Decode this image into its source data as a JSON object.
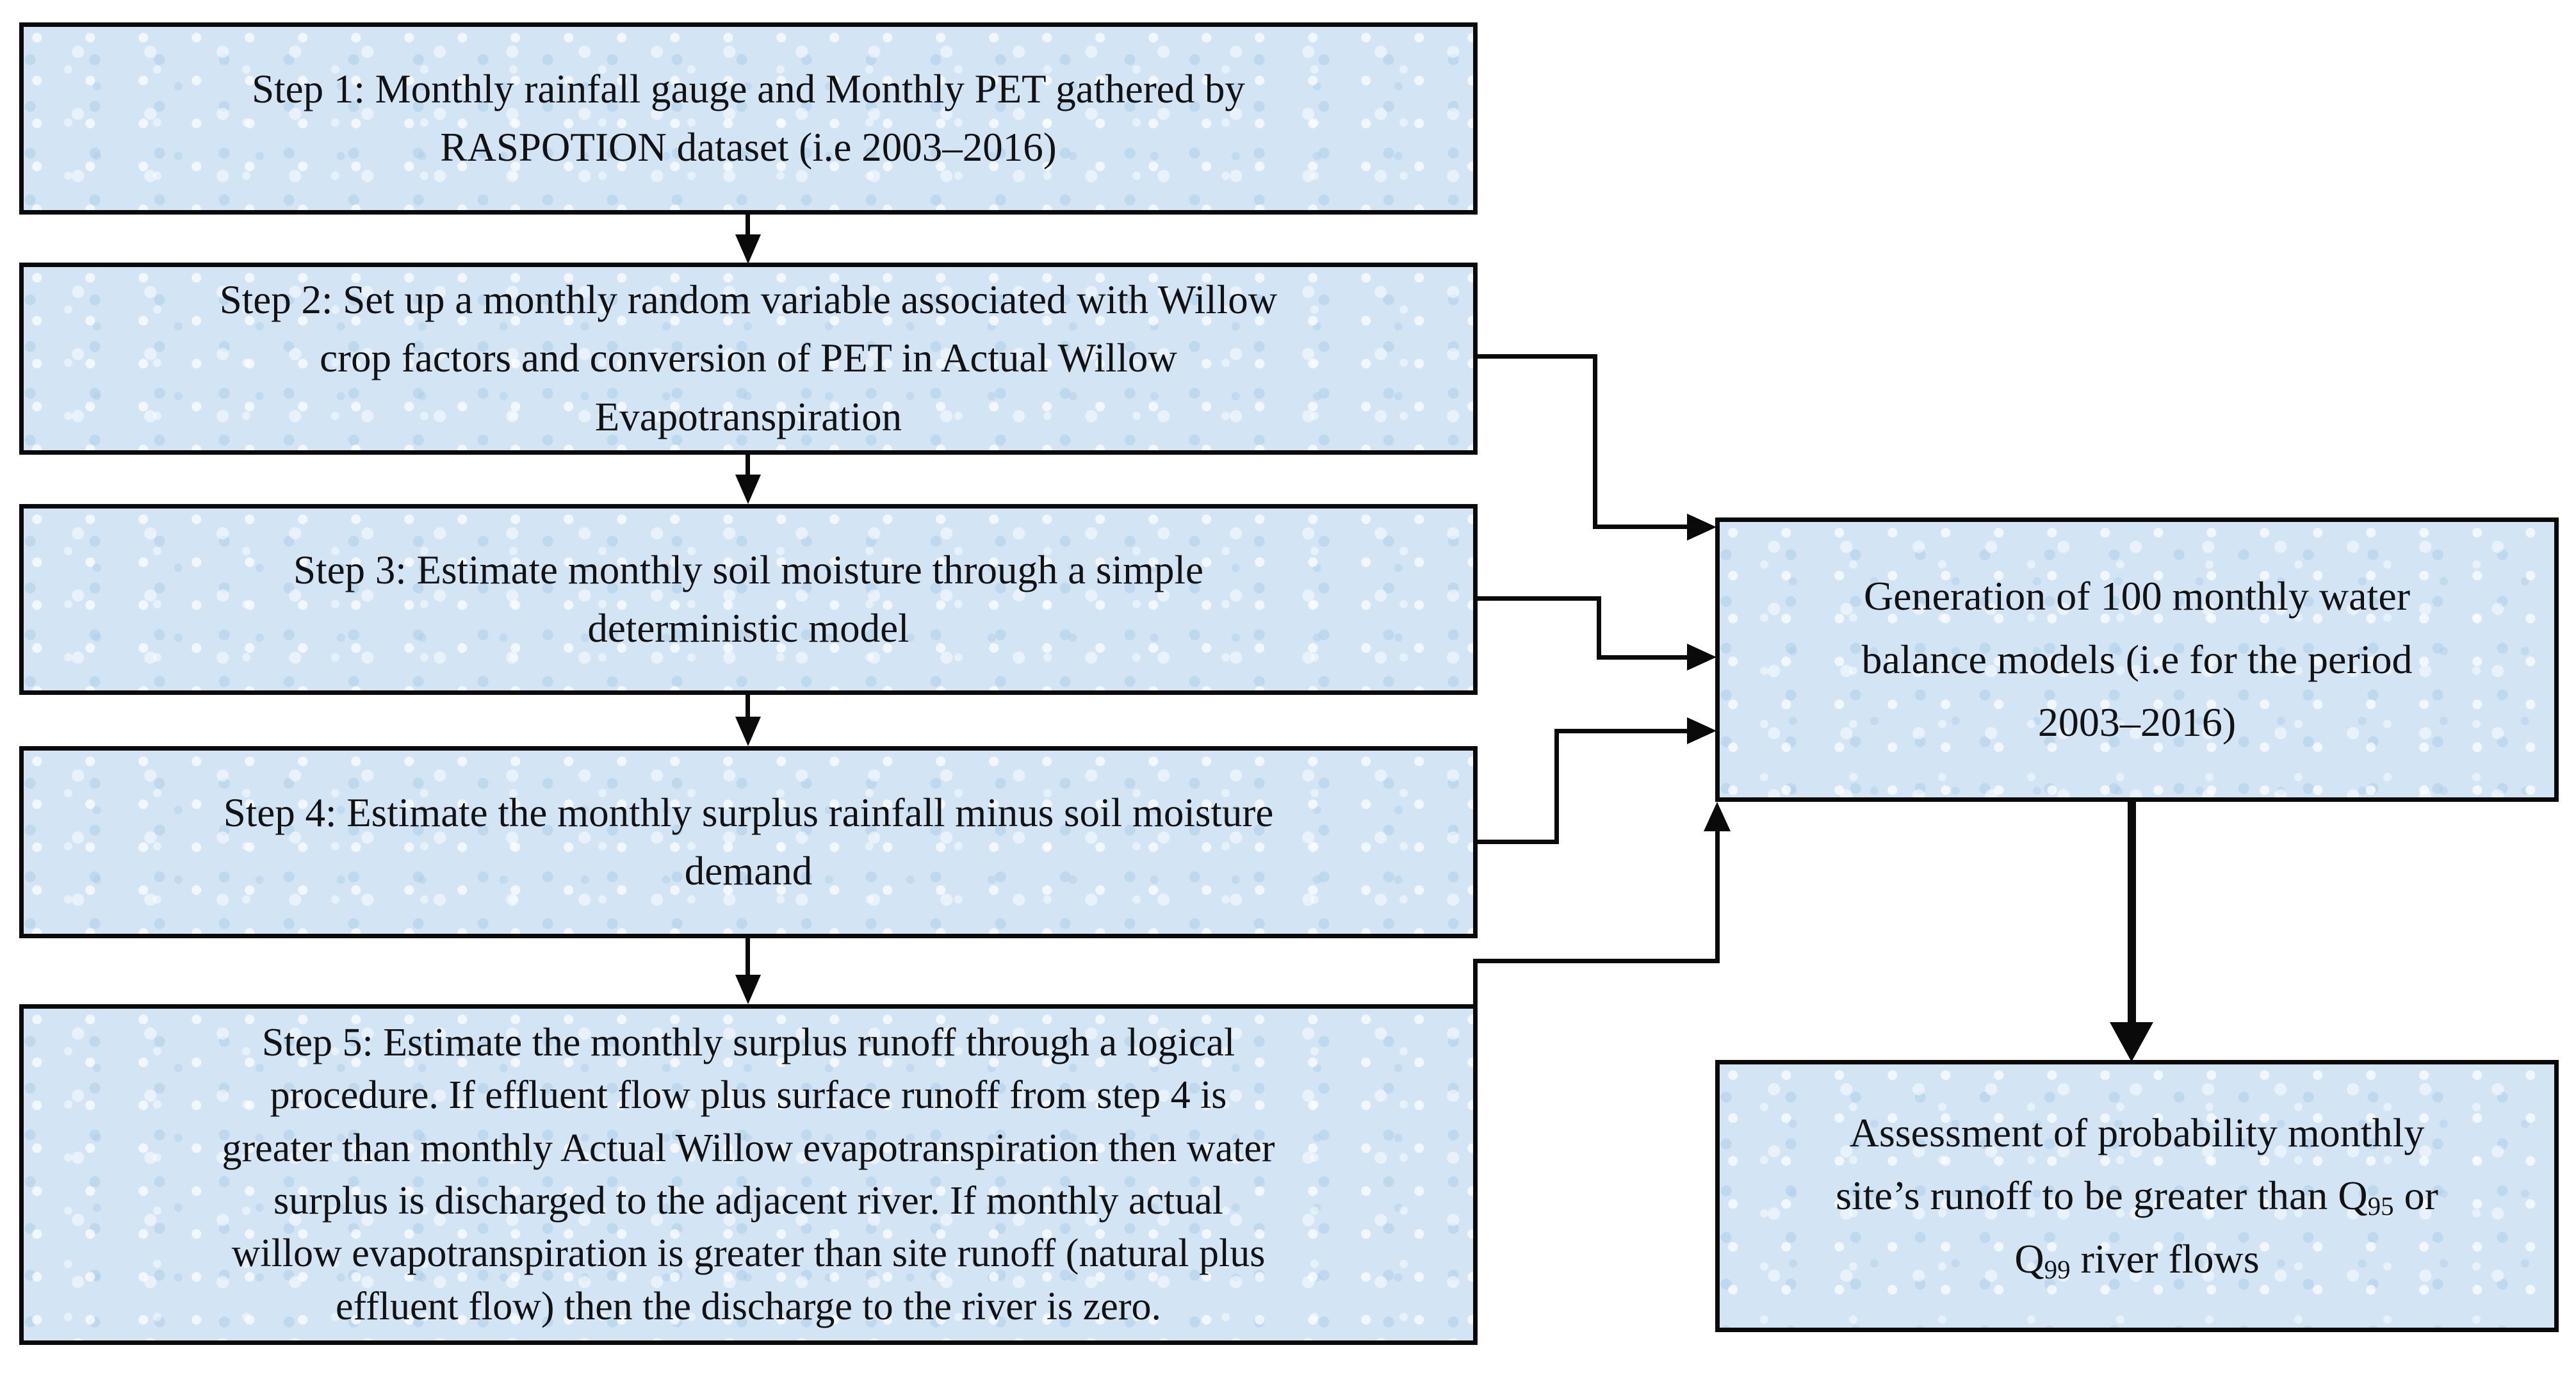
{
  "colors": {
    "box_fill": "#d3e5f4",
    "box_border": "#0a0a0a",
    "text": "#121212",
    "background": "#ffffff"
  },
  "boxes": {
    "step1": {
      "lines": [
        "Step 1:  Monthly rainfall gauge and Monthly PET gathered by",
        "RASPOTION dataset (i.e 2003–2016)"
      ]
    },
    "step2": {
      "lines": [
        "Step 2:  Set up a monthly random variable associated with Willow",
        "crop factors and conversion of PET in Actual Willow",
        "Evapotranspiration"
      ]
    },
    "step3": {
      "lines": [
        "Step 3:  Estimate monthly soil moisture through a simple",
        "deterministic model"
      ]
    },
    "step4": {
      "lines": [
        "Step 4:  Estimate the monthly surplus rainfall minus soil moisture",
        "demand"
      ]
    },
    "step5": {
      "lines": [
        "Step 5:  Estimate the monthly surplus runoff through a logical",
        "procedure. If effluent flow plus surface runoff from step 4 is",
        "greater than monthly Actual Willow evapotranspiration then water",
        "surplus is discharged to the adjacent river. If monthly actual",
        "willow evapotranspiration is greater than site runoff (natural plus",
        "effluent flow) then the discharge to the river is zero."
      ]
    },
    "generation": {
      "lines": [
        "Generation of 100 monthly water",
        "balance models (i.e for the period",
        "2003–2016)"
      ]
    },
    "assessment": {
      "line1": "Assessment of probability monthly",
      "line2_pre": "site’s runoff to be greater than Q",
      "q95_sub": "95",
      "line2_post": " or",
      "line3_q": "Q",
      "q99_sub": "99",
      "line3_post": "  river flows"
    }
  },
  "edges": [
    {
      "from": "step1",
      "to": "step2",
      "style": "straight-down-arrow"
    },
    {
      "from": "step2",
      "to": "step3",
      "style": "straight-down-arrow"
    },
    {
      "from": "step3",
      "to": "step4",
      "style": "straight-down-arrow"
    },
    {
      "from": "step4",
      "to": "step5",
      "style": "straight-down-arrow"
    },
    {
      "from": "step2",
      "to": "generation",
      "style": "elbow-right-arrow"
    },
    {
      "from": "step3",
      "to": "generation",
      "style": "elbow-right-arrow"
    },
    {
      "from": "step4",
      "to": "generation",
      "style": "elbow-right-arrow"
    },
    {
      "from": "step5",
      "to": "generation",
      "style": "elbow-up-arrow"
    },
    {
      "from": "generation",
      "to": "assessment",
      "style": "thick-down-arrow"
    }
  ]
}
